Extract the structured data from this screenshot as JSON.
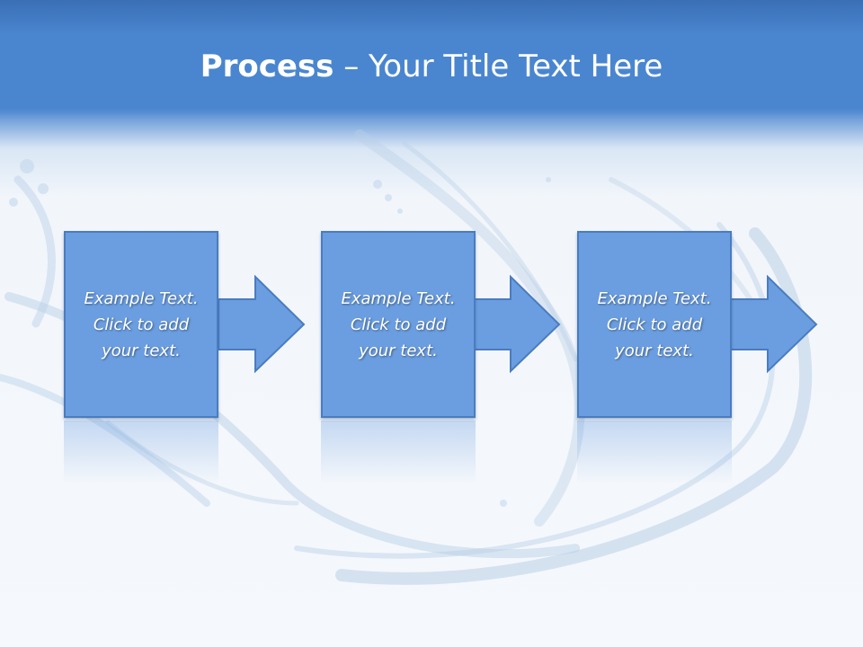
{
  "slide": {
    "title_bold": "Process",
    "title_rest": " – Your Title Text Here"
  },
  "steps": [
    {
      "line1": "Example Text.",
      "line2": "Click  to add",
      "line3": "your text."
    },
    {
      "line1": "Example Text.",
      "line2": "Click  to add",
      "line3": "your text."
    },
    {
      "line1": "Example Text.",
      "line2": "Click  to add",
      "line3": "your text."
    }
  ],
  "colors": {
    "header_blue": "#4a86cf",
    "box_fill": "#6b9ee0",
    "box_border": "#4a7cc0",
    "text": "#ffffff"
  }
}
